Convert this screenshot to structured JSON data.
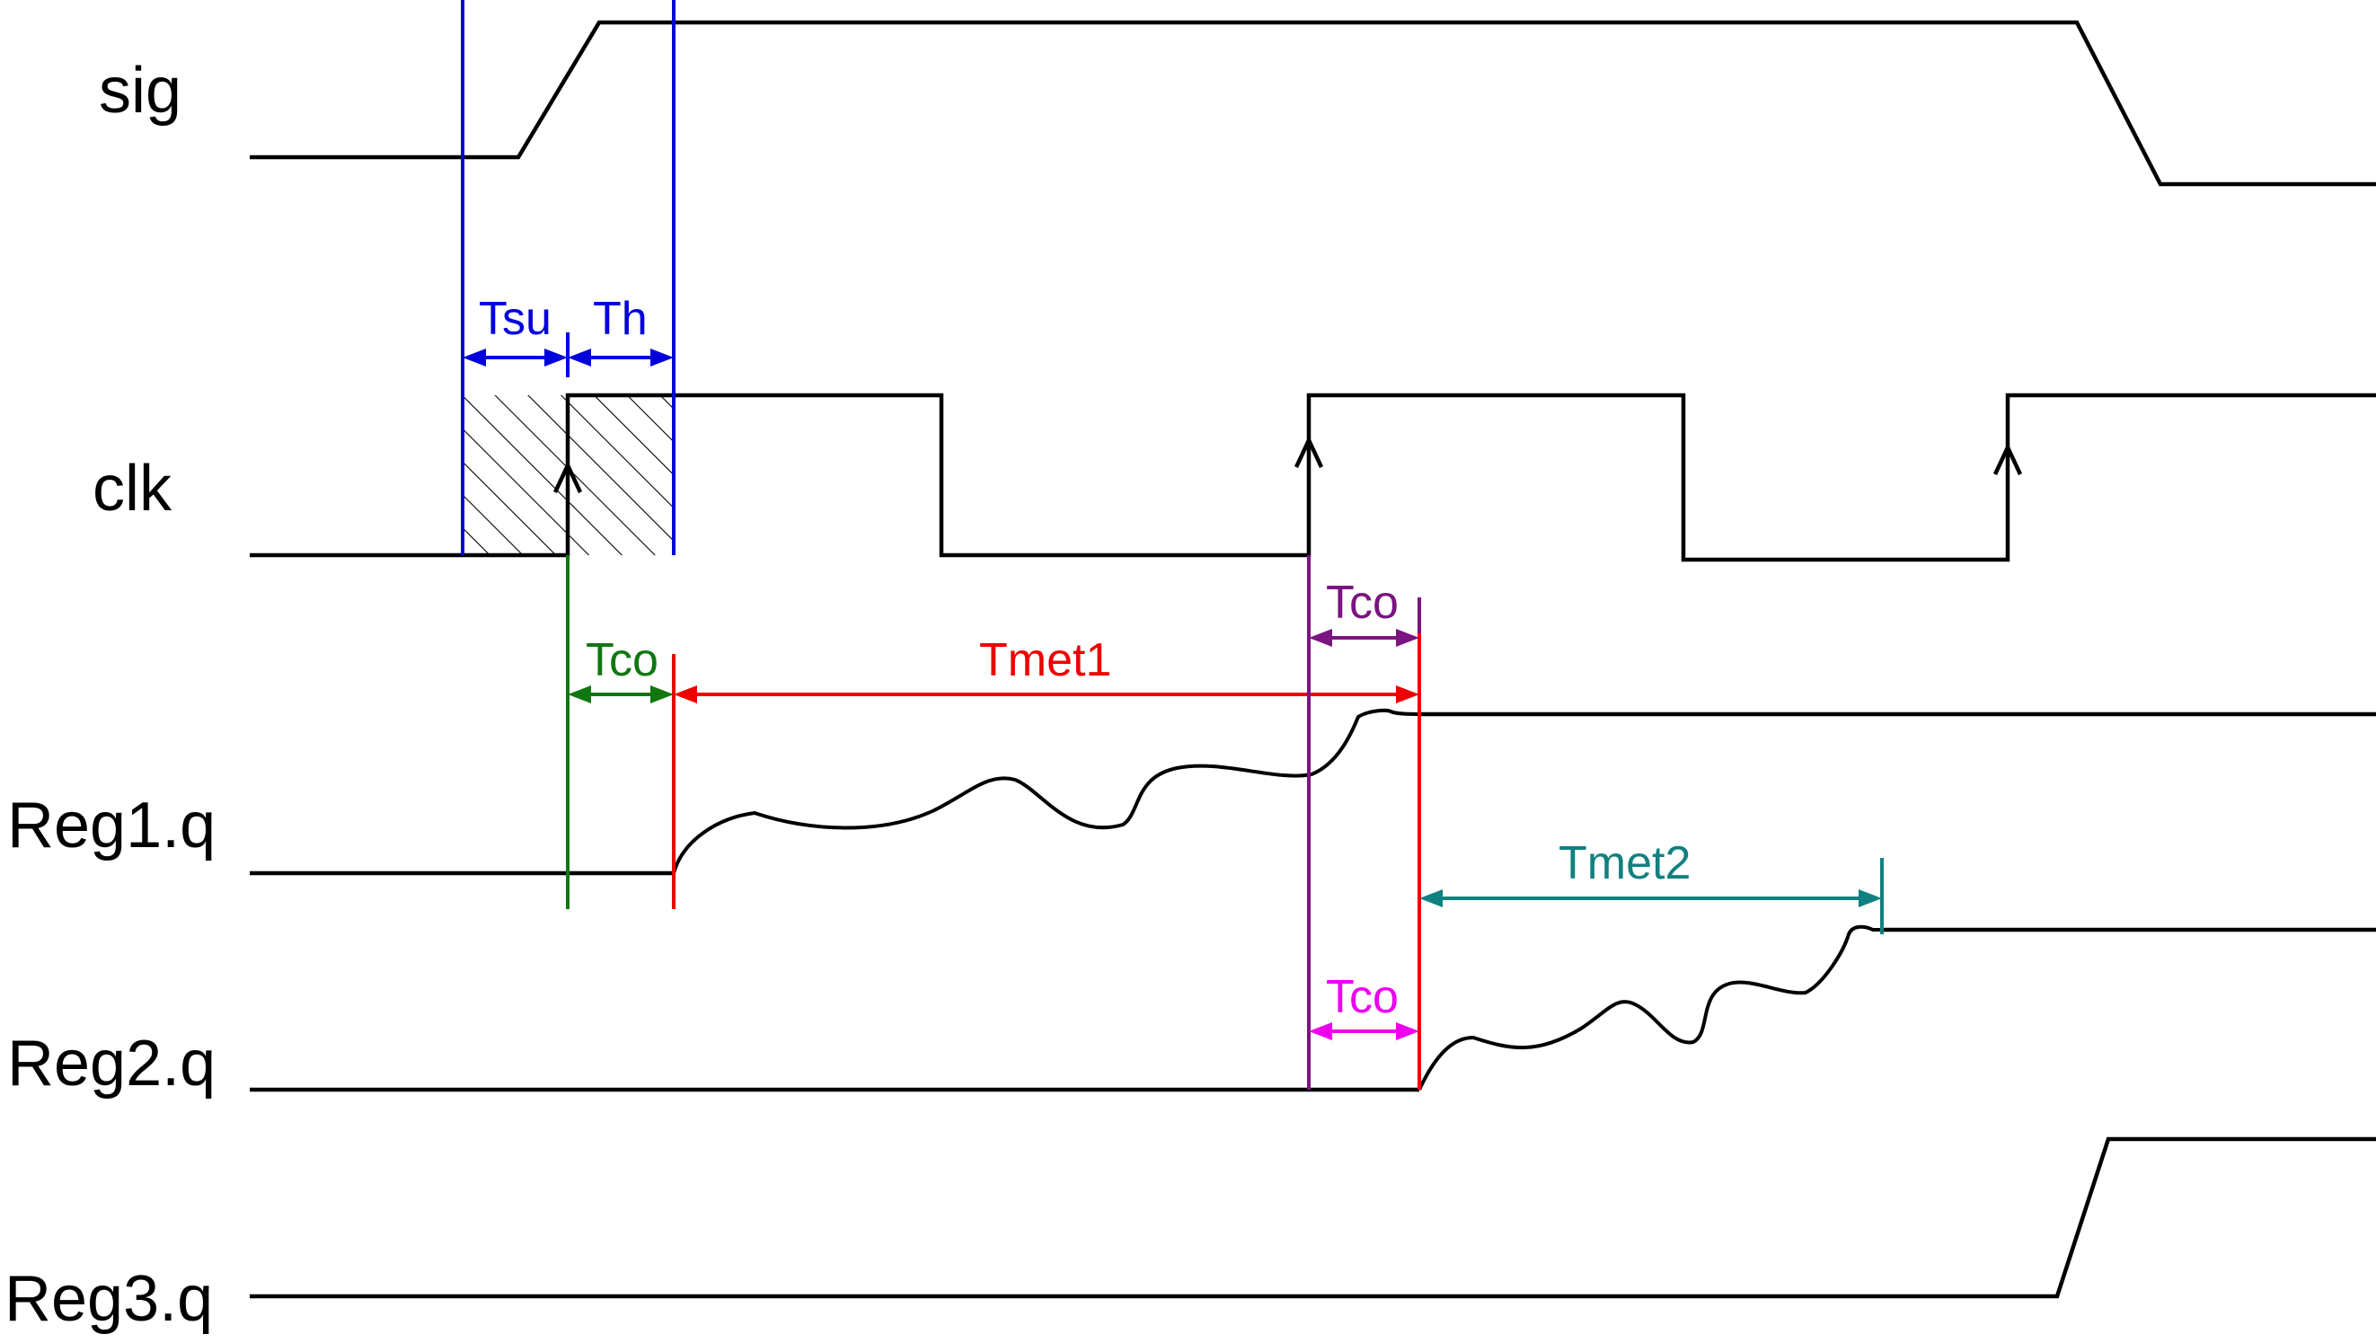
{
  "signals": {
    "sig": "sig",
    "clk": "clk",
    "reg1": "Reg1.q",
    "reg2": "Reg2.q",
    "reg3": "Reg3.q"
  },
  "timing_labels": {
    "tsu": "Tsu",
    "th": "Th",
    "tco_reg1": "Tco",
    "tmet1": "Tmet1",
    "tco_reg2_top": "Tco",
    "tco_reg2_bottom": "Tco",
    "tmet2": "Tmet2"
  },
  "colors": {
    "waveform": "#000000",
    "setup_hold": "#0000dd",
    "tco_reg1": "#117711",
    "tmet1": "#ee0000",
    "tco_purple": "#7a1480",
    "tco_magenta": "#ee00ee",
    "tmet2": "#118080"
  }
}
